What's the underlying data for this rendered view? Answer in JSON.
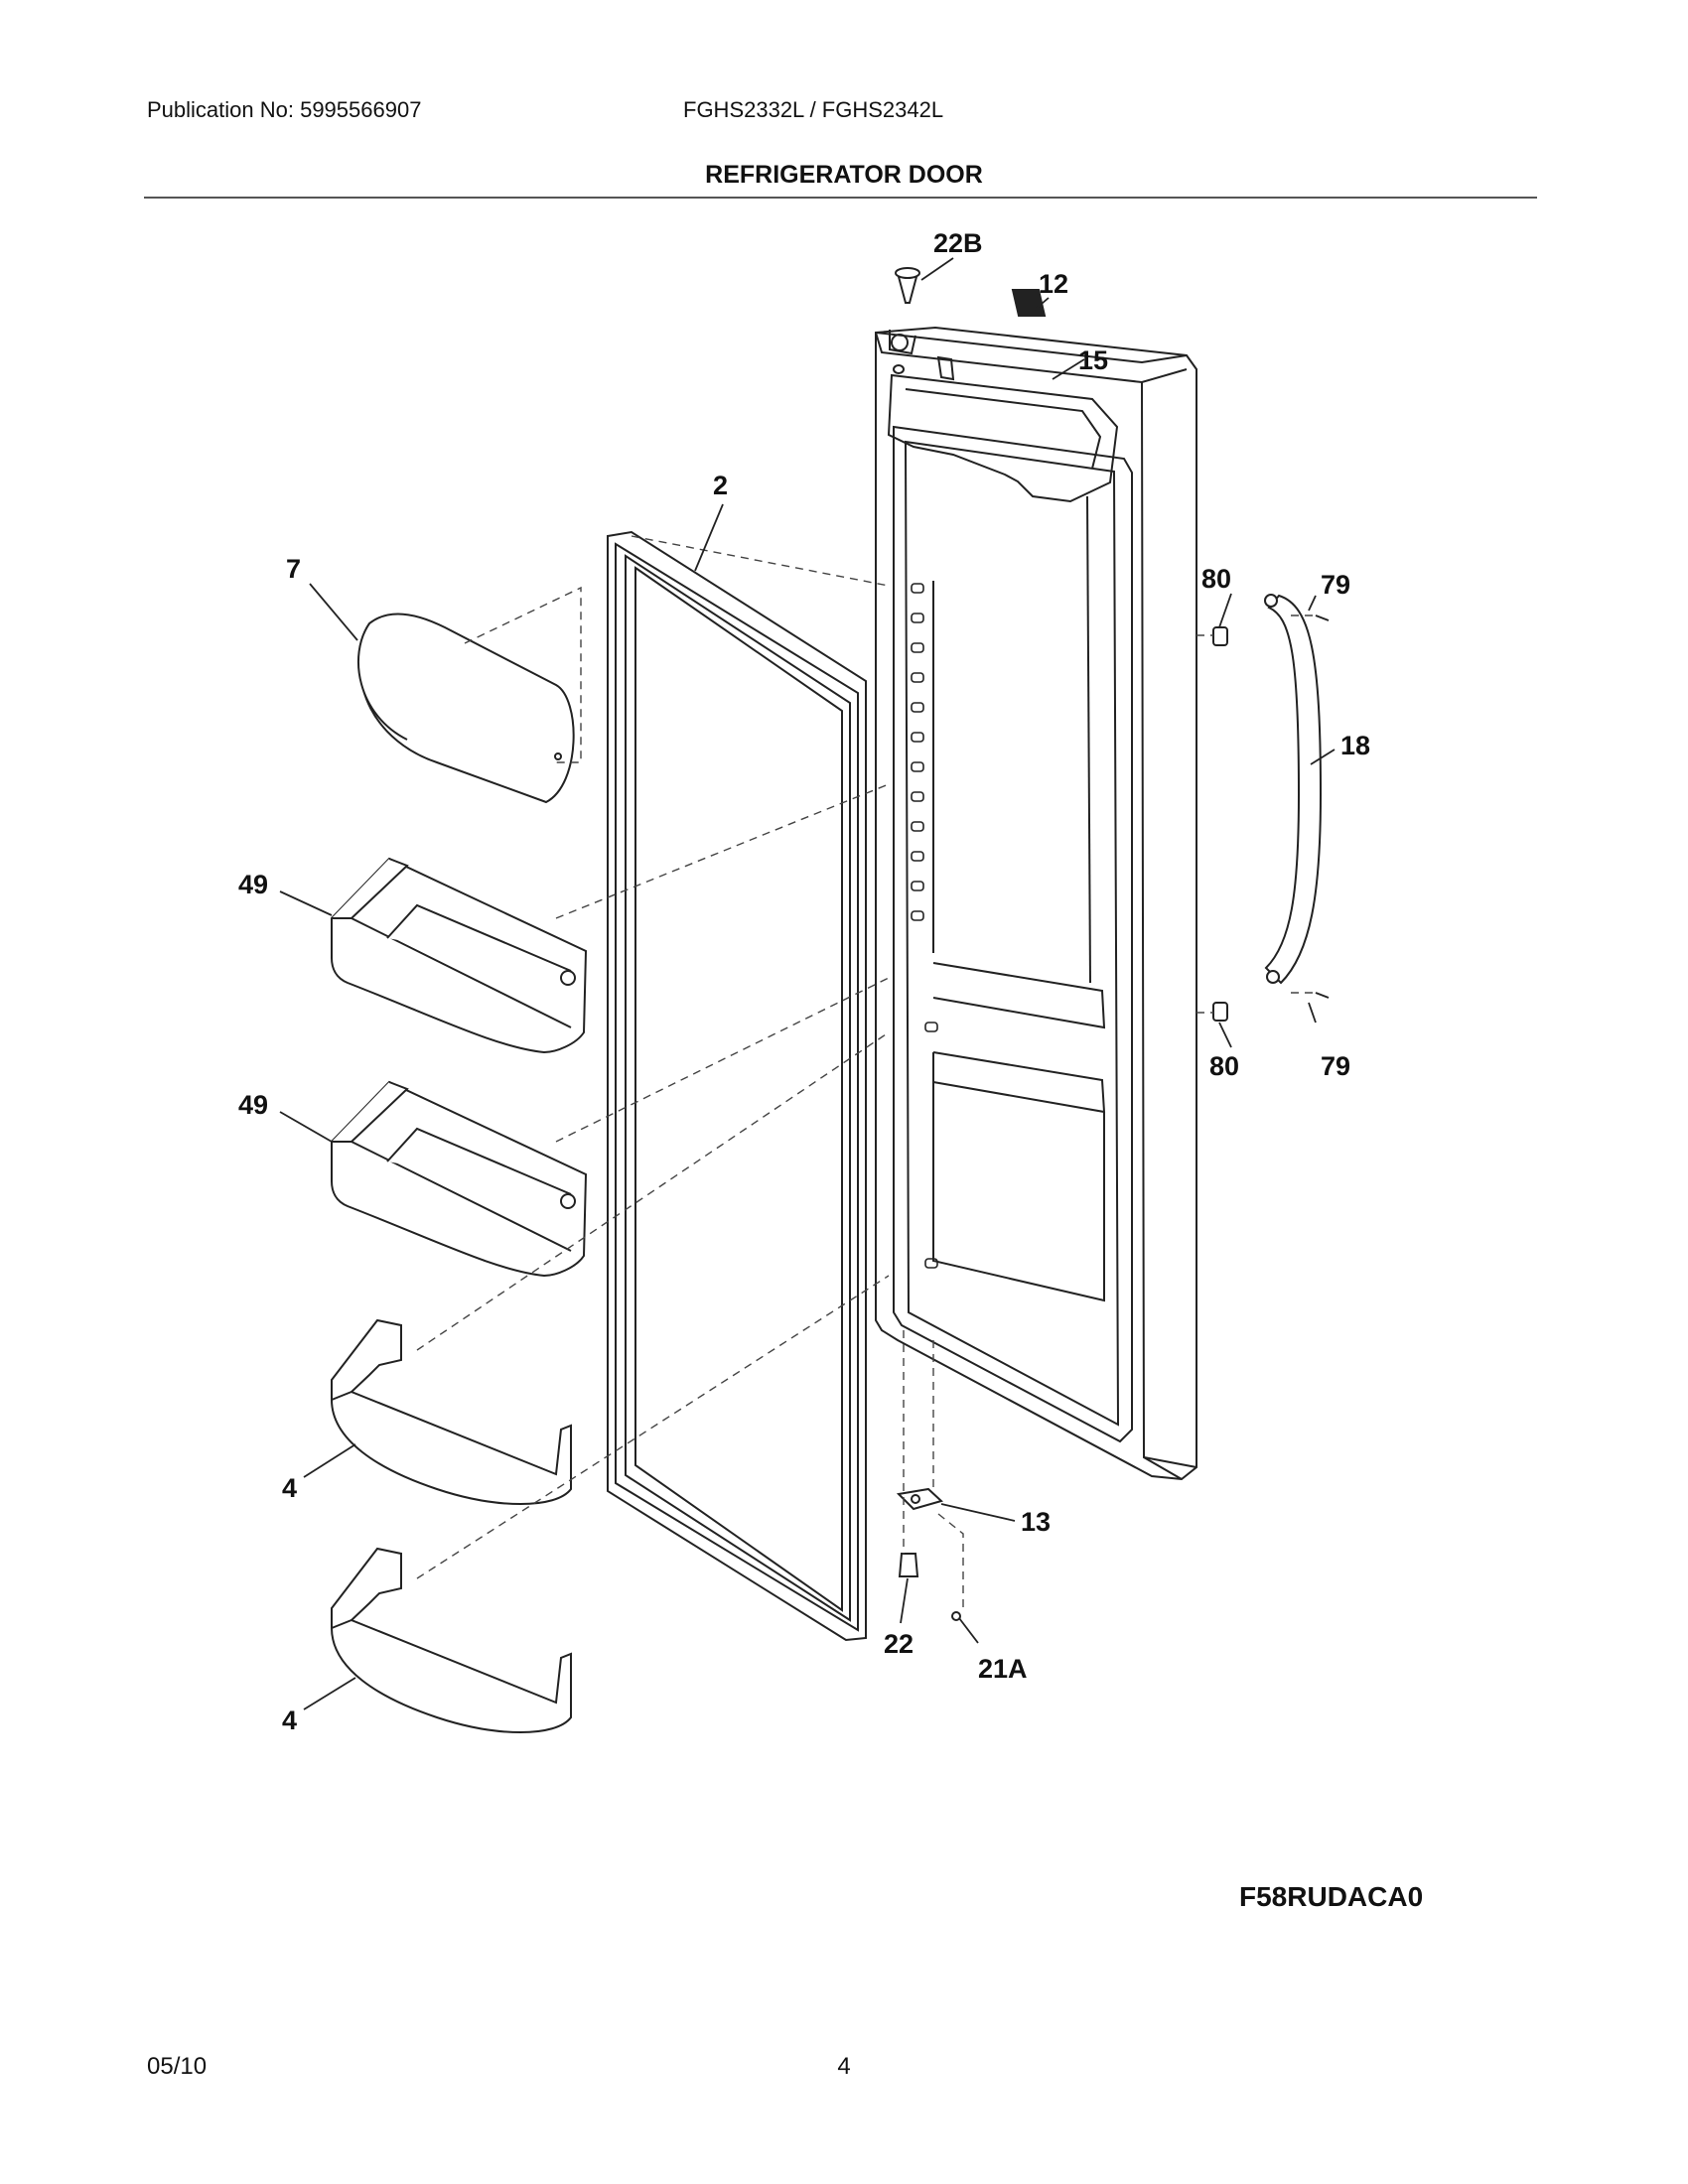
{
  "header": {
    "publication": "Publication No: 5995566907",
    "models": "FGHS2332L / FGHS2342L",
    "title": "REFRIGERATOR DOOR"
  },
  "callouts": {
    "p22b": "22B",
    "p12": "12",
    "p15": "15",
    "p2": "2",
    "p7": "7",
    "p80_top": "80",
    "p79_top": "79",
    "p18": "18",
    "p49_top": "49",
    "p80_bottom": "80",
    "p79_bottom": "79",
    "p49_bottom": "49",
    "p4_top": "4",
    "p13": "13",
    "p22": "22",
    "p21a": "21A",
    "p4_bottom": "4"
  },
  "footer": {
    "diagram_code": "F58RUDACA0",
    "date": "05/10",
    "page_number": "4"
  }
}
